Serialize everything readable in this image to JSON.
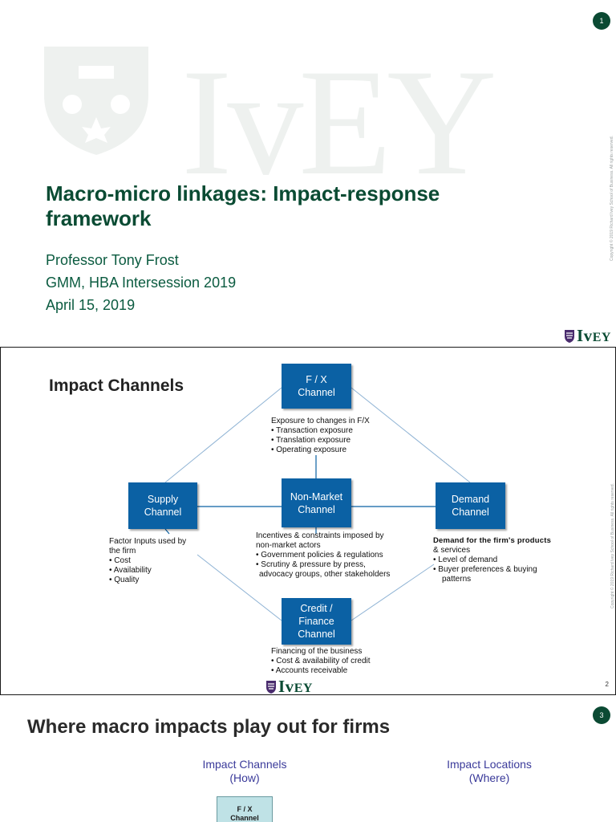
{
  "slide1": {
    "page_number": "1",
    "title": "Macro-micro linkages: Impact-response framework",
    "presenter": "Professor Tony Frost",
    "course": "GMM, HBA Intersession 2019",
    "date": "April 15, 2019",
    "watermark_text": "IvEY",
    "copyright": "Copyright © 2019 Richard Ivey School of Business. All rights reserved.",
    "logo_text_big": "Iv",
    "logo_text_small": "EY"
  },
  "slide2": {
    "title": "Impact Channels",
    "page_number": "2",
    "copyright": "Copyright © 2019 Richard Ivey School of Business. All rights reserved.",
    "boxes": {
      "fx": [
        "F / X",
        "Channel"
      ],
      "supply": [
        "Supply",
        "Channel"
      ],
      "nonmarket": [
        "Non-Market",
        "Channel"
      ],
      "demand": [
        "Demand",
        "Channel"
      ],
      "credit": [
        "Credit /",
        "Finance",
        "Channel"
      ]
    },
    "fx_desc": {
      "head": "Exposure to changes in F/X",
      "bullets": [
        "• Transaction exposure",
        "• Translation exposure",
        "• Operating exposure"
      ]
    },
    "supply_desc": {
      "head1": "Factor Inputs used by",
      "head2": "the firm",
      "bullets": [
        "•  Cost",
        "•  Availability",
        "•  Quality"
      ]
    },
    "nonmarket_desc": {
      "head1": "Incentives & constraints imposed by",
      "head2": "non-market actors",
      "bullets": [
        "• Government policies & regulations",
        "• Scrutiny & pressure by press,",
        "  advocacy groups, other stakeholders"
      ]
    },
    "demand_desc": {
      "head1": "Demand for the firm's products",
      "head2": "& services",
      "bullets": [
        "•   Level of demand",
        "•   Buyer preferences & buying",
        "    patterns"
      ]
    },
    "credit_desc": {
      "head": "Financing of the business",
      "bullets": [
        "• Cost & availability of credit",
        "• Accounts receivable"
      ]
    },
    "logo_text_big": "Iv",
    "logo_text_small": "EY"
  },
  "slide3": {
    "page_number": "3",
    "title": "Where macro impacts play out for firms",
    "col1": [
      "Impact Channels",
      "(How)"
    ],
    "col2": [
      "Impact Locations",
      "(Where)"
    ],
    "mini_box": [
      "F / X",
      "Channel"
    ]
  }
}
